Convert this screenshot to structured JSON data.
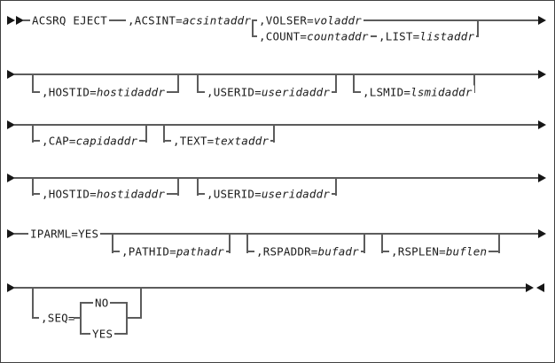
{
  "colors": {
    "background": "#ffffff",
    "rail_line": "#5c5c5c",
    "text": "#1c1c1c",
    "arrow": "#161616",
    "border": "#404040"
  },
  "icons": {
    "diagram_start": "►►",
    "line_continue": "►",
    "diagram_end": "►◄"
  },
  "diagram": {
    "rows": [
      {
        "tokens": [
          {
            "kw": "ACSRQ EJECT"
          },
          {
            "kw": ",ACSINT=",
            "var": "acsintaddr"
          },
          {
            "kw": ",VOLSER=",
            "var": "voladdr"
          },
          {
            "kw": ",COUNT=",
            "var": "countaddr"
          },
          {
            "kw": ",LIST=",
            "var": "listaddr"
          }
        ]
      },
      {
        "tokens": [
          {
            "kw": ",HOSTID=",
            "var": "hostidaddr"
          },
          {
            "kw": ",USERID=",
            "var": "useridaddr"
          },
          {
            "kw": ",LSMID=",
            "var": "lsmidaddr"
          }
        ]
      },
      {
        "tokens": [
          {
            "kw": ",CAP=",
            "var": "capidaddr"
          },
          {
            "kw": ",TEXT=",
            "var": "textaddr"
          }
        ]
      },
      {
        "tokens": [
          {
            "kw": ",HOSTID=",
            "var": "hostidaddr"
          },
          {
            "kw": ",USERID=",
            "var": "useridaddr"
          }
        ]
      },
      {
        "tokens": [
          {
            "kw": "IPARML=YES"
          },
          {
            "kw": ",PATHID=",
            "var": "pathadr"
          },
          {
            "kw": ",RSPADDR=",
            "var": "bufadr"
          },
          {
            "kw": ",RSPLEN=",
            "var": "buflen"
          }
        ]
      },
      {
        "tokens": [
          {
            "kw": ",SEQ="
          },
          {
            "kw": "NO"
          },
          {
            "kw": "YES"
          }
        ]
      }
    ]
  }
}
